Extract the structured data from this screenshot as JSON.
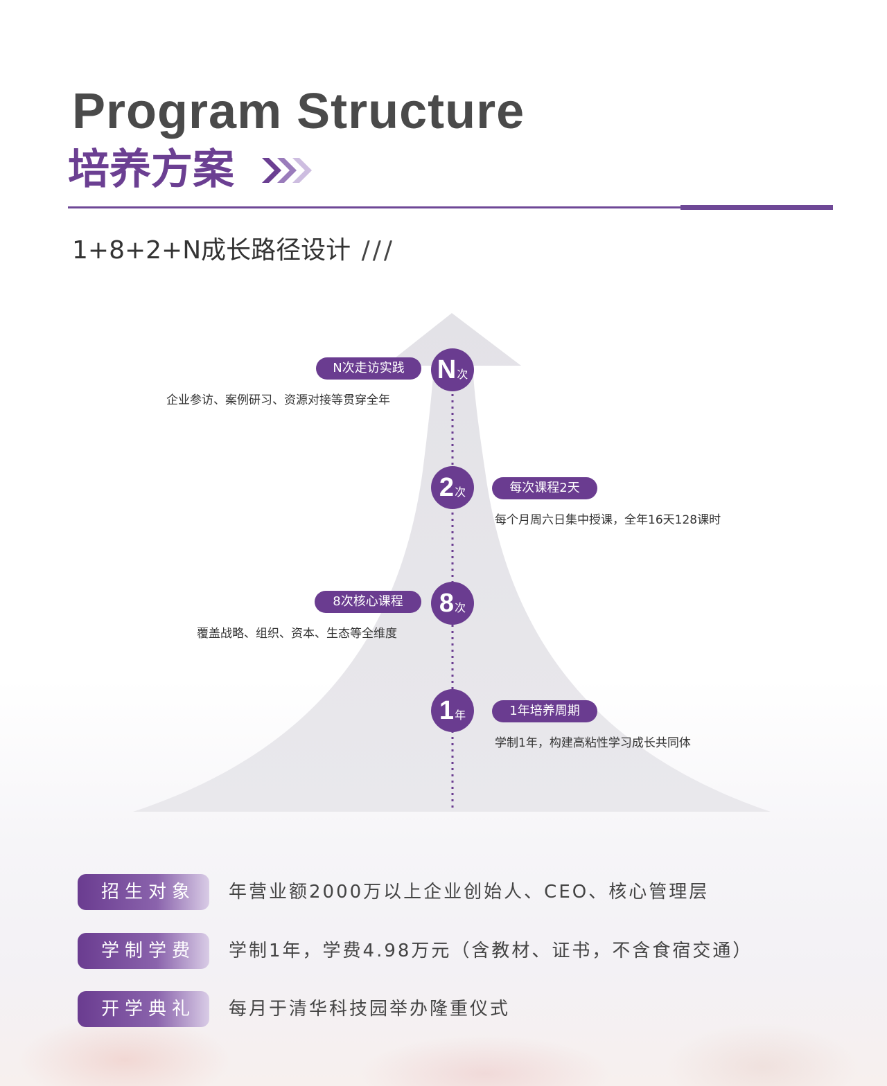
{
  "header": {
    "title_en": "Program Structure",
    "title_cn": "培养方案",
    "subtitle": "1+8+2+N成长路径设计"
  },
  "colors": {
    "accent": "#6a3c90",
    "title_gray": "#4a4a4a",
    "arrow_fill": "#e7e6ea"
  },
  "path": {
    "stages": [
      {
        "number": "N",
        "unit": "次",
        "label": "N次走访实践",
        "desc": "企业参访、案例研习、资源对接等贯穿全年"
      },
      {
        "number": "2",
        "unit": "次",
        "label": "每次课程2天",
        "desc": "每个月周六日集中授课，全年16天128课时"
      },
      {
        "number": "8",
        "unit": "次",
        "label": "8次核心课程",
        "desc": "覆盖战略、组织、资本、生态等全维度"
      },
      {
        "number": "1",
        "unit": "年",
        "label": "1年培养周期",
        "desc": "学制1年，构建高粘性学习成长共同体"
      }
    ]
  },
  "info": [
    {
      "label": "招生对象",
      "text": "年营业额2000万以上企业创始人、CEO、核心管理层"
    },
    {
      "label": "学制学费",
      "text": "学制1年，学费4.98万元（含教材、证书，不含食宿交通）"
    },
    {
      "label": "开学典礼",
      "text": "每月于清华科技园举办隆重仪式"
    }
  ]
}
